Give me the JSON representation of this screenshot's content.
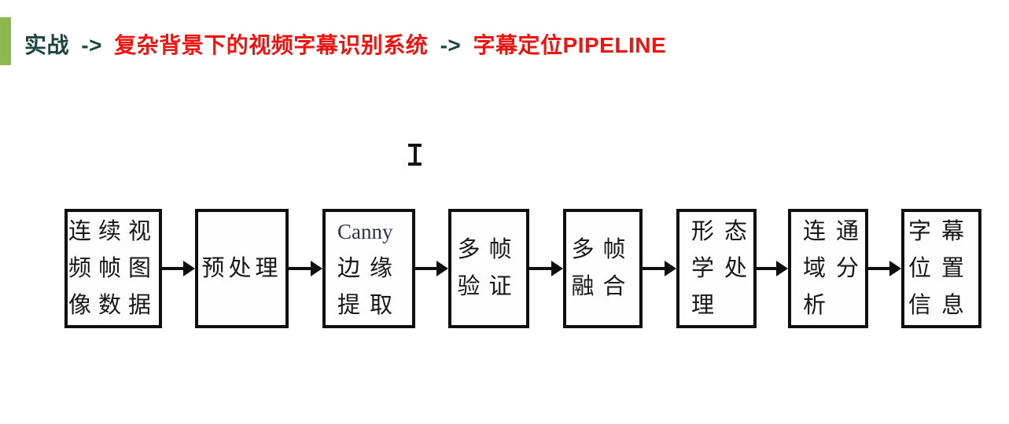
{
  "slide": {
    "title": {
      "segments": [
        {
          "text": "实战",
          "color": "#1B4541"
        },
        {
          "text": "->",
          "color": "#1B4541"
        },
        {
          "text": "复杂背景下的视频字幕识别系统",
          "color": "#EE1511"
        },
        {
          "text": "->",
          "color": "#1B4541"
        },
        {
          "text": "字幕定位PIPELINE",
          "color": "#EE1511"
        }
      ],
      "accent_bar_color": "#8CB94E"
    },
    "cursor": {
      "type": "text-ibeam"
    }
  },
  "flowchart": {
    "direction": "left-to-right",
    "connector": "arrow-right",
    "boxes": [
      {
        "label": "连续视频帧图像数据",
        "lines": [
          "连续视",
          "频帧图",
          "像数据"
        ]
      },
      {
        "label": "预处理",
        "lines": [
          "预处理"
        ]
      },
      {
        "label": "Canny边缘提取",
        "lines": [
          "Canny",
          "边缘",
          "提取"
        ]
      },
      {
        "label": "多帧验证",
        "lines": [
          "多帧",
          "验证"
        ]
      },
      {
        "label": "多帧融合",
        "lines": [
          "多帧",
          "融合"
        ]
      },
      {
        "label": "形态学处理",
        "lines": [
          "形态",
          "学处",
          "理"
        ]
      },
      {
        "label": "连通域分析",
        "lines": [
          "连通",
          "域分",
          "析"
        ]
      },
      {
        "label": "字幕位置信息",
        "lines": [
          "字幕",
          "位置",
          "信息"
        ]
      }
    ]
  }
}
